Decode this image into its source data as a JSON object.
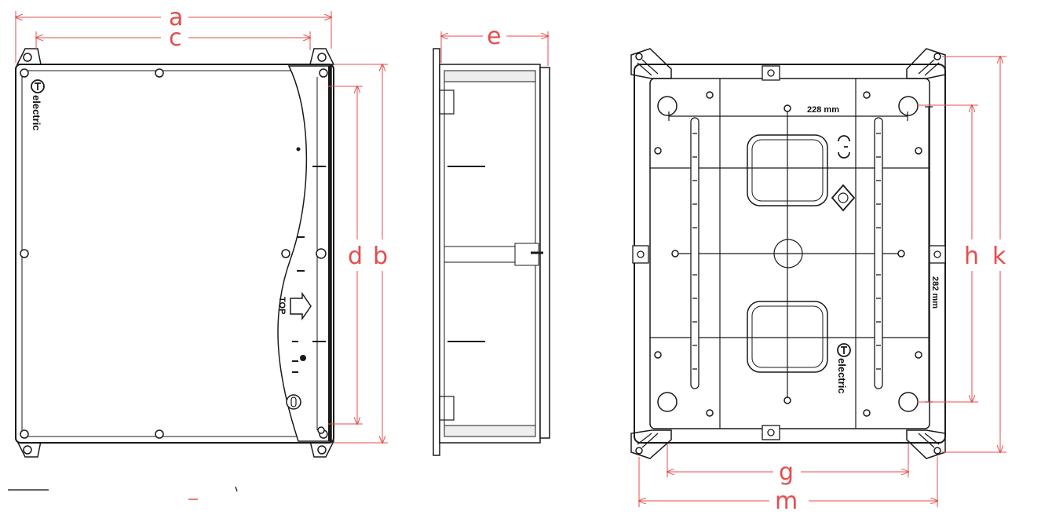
{
  "dimensions": {
    "a": "a",
    "c": "c",
    "d": "d",
    "b": "b",
    "e": "e",
    "h": "h",
    "k": "k",
    "g": "g",
    "m": "m"
  },
  "annotations": {
    "width_label": "228 mm",
    "height_label": "282 mm",
    "top_label": "TOP"
  },
  "branding": {
    "brand_name": "electric"
  },
  "colors": {
    "dimension_line": "#e74c4c",
    "outline": "#1a1a1a",
    "background": "#ffffff"
  },
  "icons": [
    "ce-mark-icon",
    "certification-diamond-icon",
    "top-arrow-icon",
    "brand-logo-icon"
  ]
}
